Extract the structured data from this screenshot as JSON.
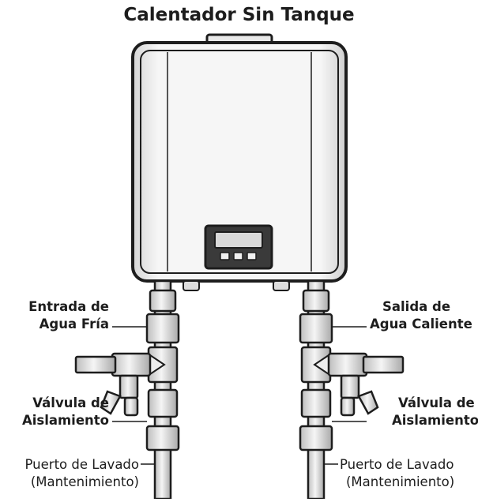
{
  "title": "Calentador Sin Tanque",
  "labels": {
    "cold_inlet_line1": "Entrada de",
    "cold_inlet_line2": "Agua Fría",
    "hot_outlet_line1": "Salida de",
    "hot_outlet_line2": "Agua Caliente",
    "valve_left_line1": "Válvula de",
    "valve_left_line2": "Aislamiento",
    "valve_right_line1": "Válvula de",
    "valve_right_line2": "Aislamiento",
    "port_left_line1": "Puerto de Lavado",
    "port_left_line2": "(Mantenimiento)",
    "port_right_line1": "Puerto de Lavado",
    "port_right_line2": "(Mantenimiento)"
  },
  "colors": {
    "outline": "#1d1d1d",
    "heater_fill": "#f4f4f4",
    "panel_bezel": "#3a3a3a",
    "screen": "#d9d9d9",
    "pipe_fill": "#ececec"
  }
}
